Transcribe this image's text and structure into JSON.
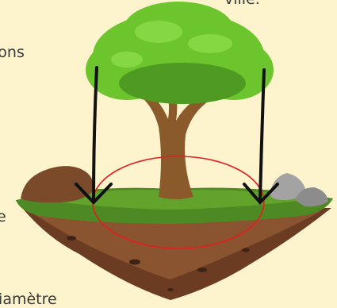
{
  "text_fragments": {
    "top": "ville.",
    "middle": "ions",
    "small": "e",
    "bottom": "diamètre"
  },
  "colors": {
    "background": "#fdf3cd",
    "foliage": "#6cc52c",
    "trunk": "#8b5a2b",
    "grass": "#4e8a23",
    "soil": "#6b3c22",
    "arrow": "#111111",
    "circle": "#e02020",
    "rocks": "#9a9a9a",
    "dirt_mound": "#7a4a2a"
  },
  "icons": [
    "tree-illustration",
    "floating-island",
    "down-arrow",
    "canopy-circle"
  ]
}
